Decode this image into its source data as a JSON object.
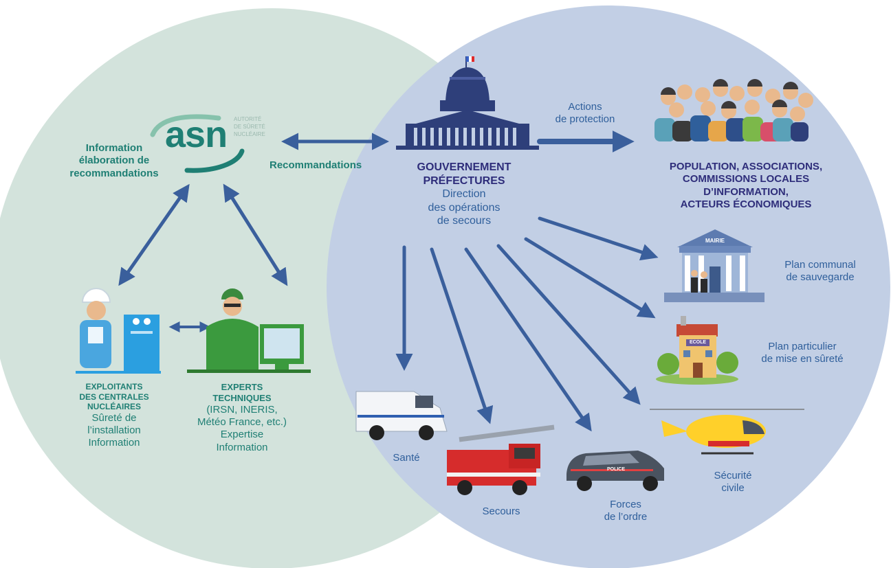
{
  "asn": {
    "logo_text": "asn",
    "subtitle": [
      "AUTORITÉ",
      "DE SÛRETÉ",
      "NUCLÉAIRE"
    ]
  },
  "left_info": [
    "Information",
    "élaboration de",
    "recommandations"
  ],
  "recommandations": "Recommandations",
  "gouvernement": {
    "title": [
      "GOUVERNEMENT",
      "PRÉFECTURES"
    ],
    "subtitle": [
      "Direction",
      "des opérations",
      "de secours"
    ]
  },
  "actions": [
    "Actions",
    "de protection"
  ],
  "population": [
    "POPULATION, ASSOCIATIONS,",
    "COMMISSIONS LOCALES",
    "D’INFORMATION,",
    "ACTEURS ÉCONOMIQUES"
  ],
  "exploitants": {
    "title": [
      "EXPLOITANTS",
      "DES CENTRALES",
      "NUCLÉAIRES"
    ],
    "details": [
      "Sûreté de",
      "l’installation",
      "Information"
    ]
  },
  "experts": {
    "title": [
      "EXPERTS",
      "TECHNIQUES"
    ],
    "details": [
      "(IRSN, INERIS,",
      "Météo France, etc.)",
      "Expertise",
      "Information"
    ]
  },
  "plan_communal": [
    "Plan communal",
    "de sauvegarde"
  ],
  "mairie": "MAIRIE",
  "plan_particulier": [
    "Plan particulier",
    "de mise en sûreté"
  ],
  "ecole": "ECOLE",
  "police": "POLICE",
  "services": {
    "sante": "Santé",
    "secours": "Secours",
    "forces": [
      "Forces",
      "de l’ordre"
    ],
    "securite": [
      "Sécurité",
      "civile"
    ]
  },
  "colors": {
    "left_circle": "#d3e3dc",
    "right_circle": "#c2cfe5",
    "arrow": "#3a5f9c",
    "asn_teal": "#1f7f74",
    "navy": "#2e2d7a",
    "green": "#3b8a3e"
  }
}
